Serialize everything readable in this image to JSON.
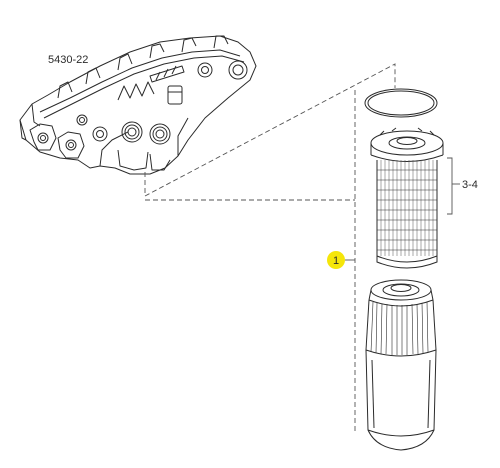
{
  "labels": {
    "manifold_ref": "5430-22",
    "item_1": "1",
    "item_3_4": "3-4"
  },
  "colors": {
    "line": "#2b2b2b",
    "leader": "#555555",
    "highlight": "#f5e60a",
    "background": "#ffffff"
  }
}
